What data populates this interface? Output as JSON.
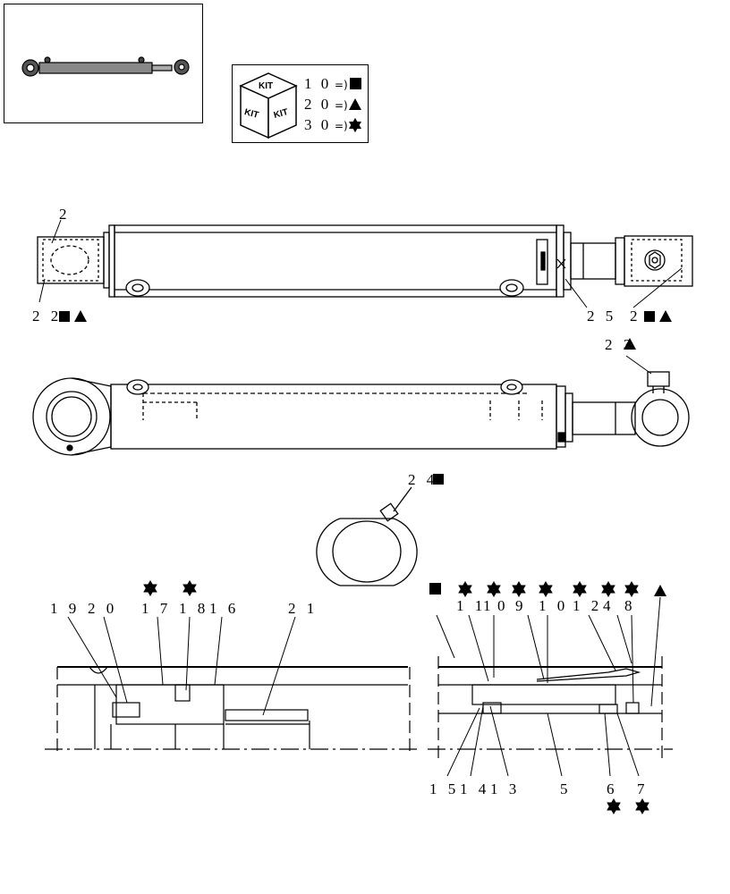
{
  "kit_legend": {
    "rows": [
      {
        "text": "1 0",
        "symbol": "square"
      },
      {
        "text": "2 0",
        "symbol": "triangle"
      },
      {
        "text": "3 0",
        "symbol": "star"
      }
    ],
    "cube_label": "KIT"
  },
  "callouts": {
    "c2_top": "2",
    "c22": "2 2",
    "c25": "2 5",
    "c2_right": "2",
    "c23": "2 3",
    "c24": "2 4",
    "c19": "1 9",
    "c20": "2 0",
    "c17": "1 7",
    "c18": "1 8",
    "c16": "1 6",
    "c21": "2 1",
    "c11": "1 1",
    "c1": "1",
    "c10a": "0",
    "c9": "9",
    "c10b": "1 0",
    "c12": "1 2",
    "c4": "4",
    "c8": "8",
    "c15": "1 5",
    "c14": "1 4",
    "c13": "1 3",
    "c5": "5",
    "c6": "6",
    "c7": "7"
  },
  "colors": {
    "line": "#000000",
    "background": "#ffffff"
  }
}
